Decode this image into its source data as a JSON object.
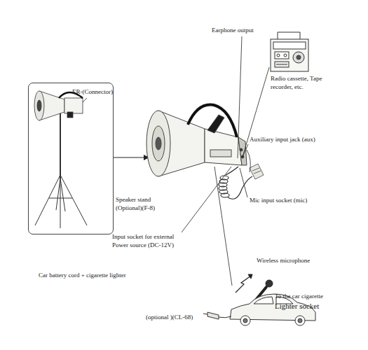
{
  "diagram": {
    "nodes": [
      {
        "text": [
          "ER-(Connector)",
          "Speaker stand (Optional)(F-8)"
        ]
      }
    ],
    "labels": [
      "Earphone output",
      "Radio cassette, Tape recorder, etc.",
      "Auxiliary input jack (aux)",
      "Mic input socket (mic)",
      "Input socket for external Power source (DC-12V)",
      "Car battery cord + cigarette lighter",
      "Wireless microphone",
      "To the car cigarette",
      "Lighter socket",
      "(optional )(CL-68)"
    ]
  }
}
